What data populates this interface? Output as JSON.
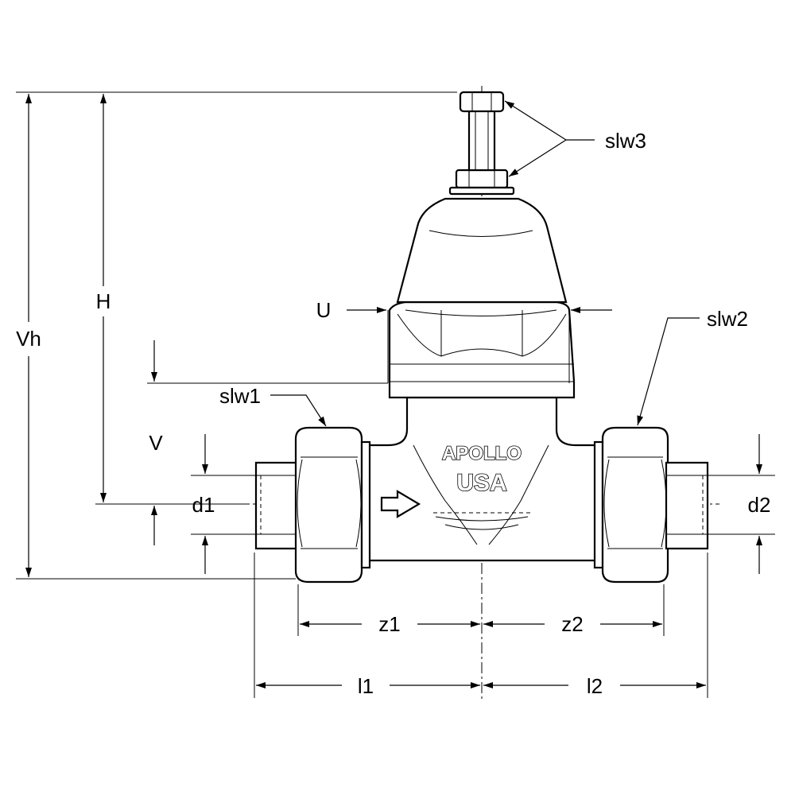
{
  "labels": {
    "vh": "Vh",
    "h": "H",
    "v": "V",
    "u": "U",
    "d1": "d1",
    "d2": "d2",
    "z1": "z1",
    "z2": "z2",
    "l1": "l1",
    "l2": "l2",
    "slw1": "slw1",
    "slw2": "slw2",
    "slw3": "slw3"
  },
  "embossing": {
    "line1": "APOLLO",
    "line2": "USA"
  }
}
